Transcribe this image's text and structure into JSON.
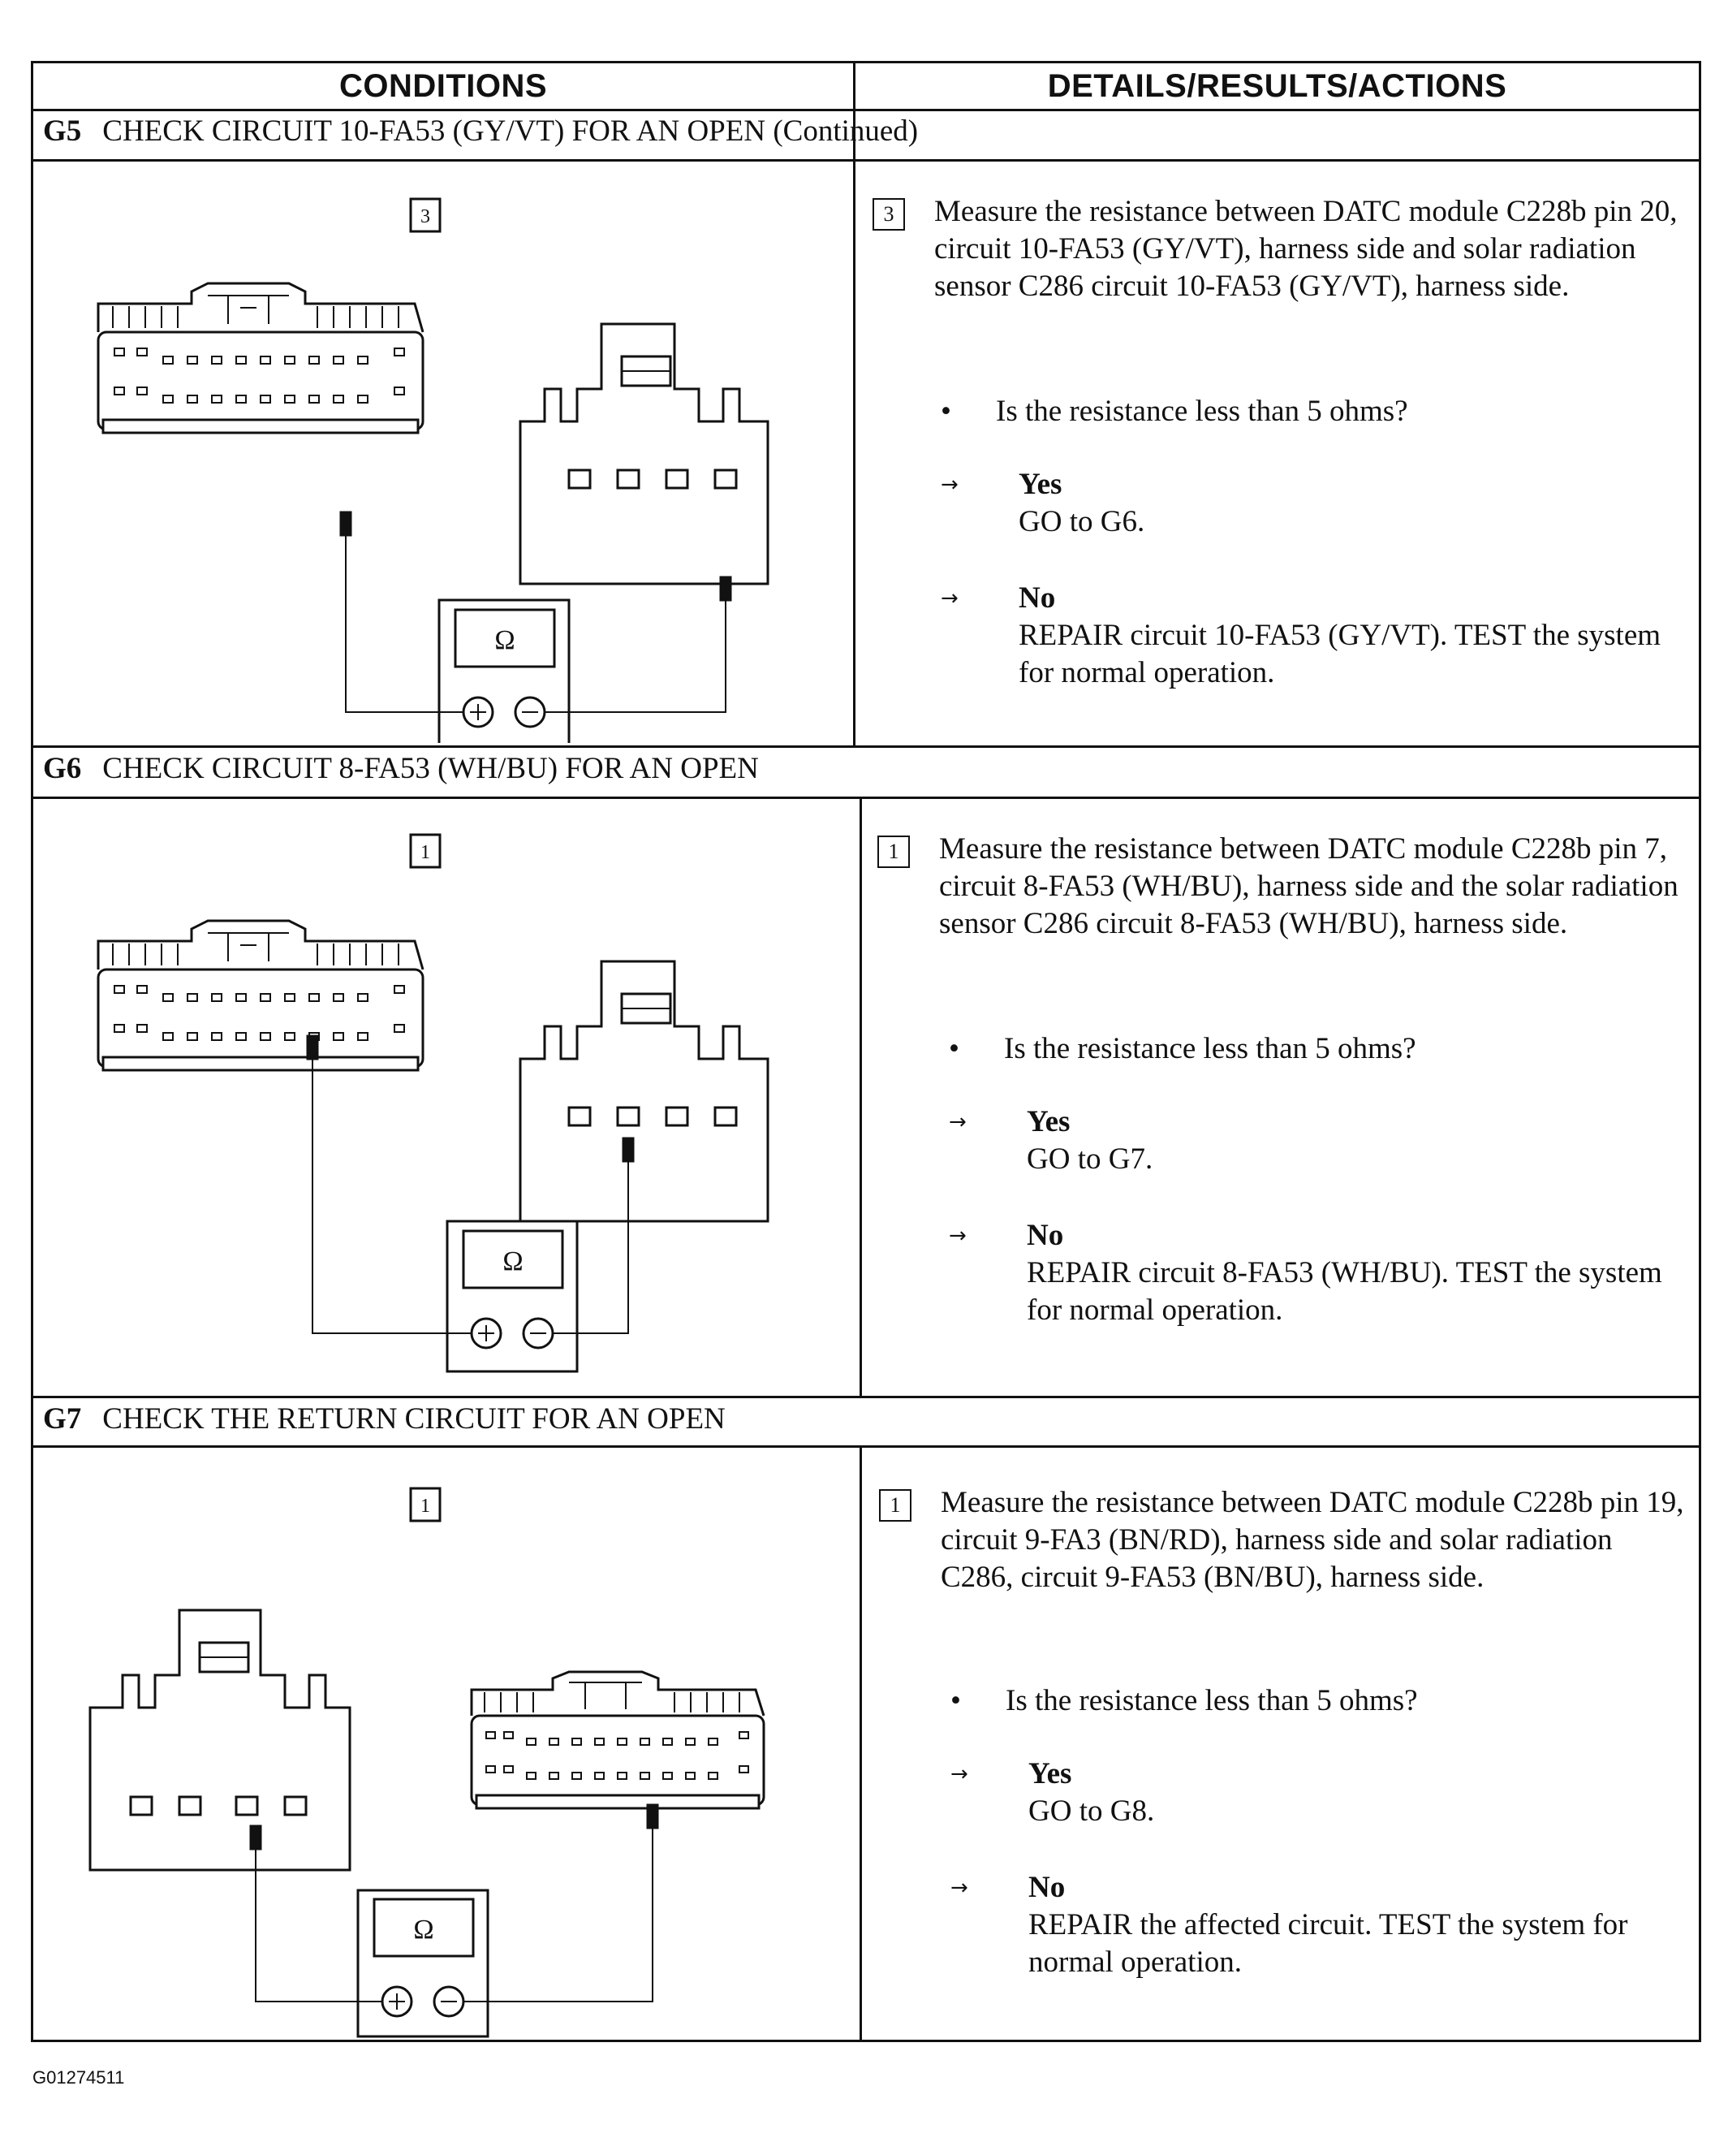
{
  "header": {
    "conditions": "CONDITIONS",
    "details": "DETAILS/RESULTS/ACTIONS"
  },
  "steps": [
    {
      "id": "G5",
      "title": "CHECK CIRCUIT 10-FA53 (GY/VT) FOR AN OPEN (Continued)",
      "diagram_step": "3",
      "action": {
        "num": "3",
        "text": "Measure the resistance between DATC module C228b pin 20, circuit 10-FA53 (GY/VT), harness side and solar radiation sensor C286 circuit 10-FA53 (GY/VT), harness side.",
        "question": "Is the resistance less than 5 ohms?",
        "yes_label": "Yes",
        "yes_action": "GO to G6.",
        "no_label": "No",
        "no_action": "REPAIR circuit 10-FA53 (GY/VT). TEST the system for normal operation."
      }
    },
    {
      "id": "G6",
      "title": "CHECK CIRCUIT 8-FA53 (WH/BU) FOR AN OPEN",
      "diagram_step": "1",
      "action": {
        "num": "1",
        "text": "Measure the resistance between DATC module C228b pin 7, circuit 8-FA53 (WH/BU), harness side and the solar radiation sensor C286 circuit 8-FA53 (WH/BU), harness side.",
        "question": "Is the resistance less than 5 ohms?",
        "yes_label": "Yes",
        "yes_action": "GO to G7.",
        "no_label": "No",
        "no_action": "REPAIR circuit 8-FA53 (WH/BU). TEST the system for normal operation."
      }
    },
    {
      "id": "G7",
      "title": "CHECK THE RETURN CIRCUIT FOR AN OPEN",
      "diagram_step": "1",
      "action": {
        "num": "1",
        "text": "Measure the resistance between DATC module C228b pin 19, circuit 9-FA3 (BN/RD), harness side and solar radiation C286, circuit 9-FA53 (BN/BU), harness side.",
        "question": "Is the resistance less than 5 ohms?",
        "yes_label": "Yes",
        "yes_action": "GO to G8.",
        "no_label": "No",
        "no_action": "REPAIR the affected circuit. TEST the system for normal operation."
      }
    }
  ],
  "meter_symbol": "Ω",
  "arrow_symbol": "→",
  "bullet_symbol": "•",
  "figure_id": "G01274511"
}
